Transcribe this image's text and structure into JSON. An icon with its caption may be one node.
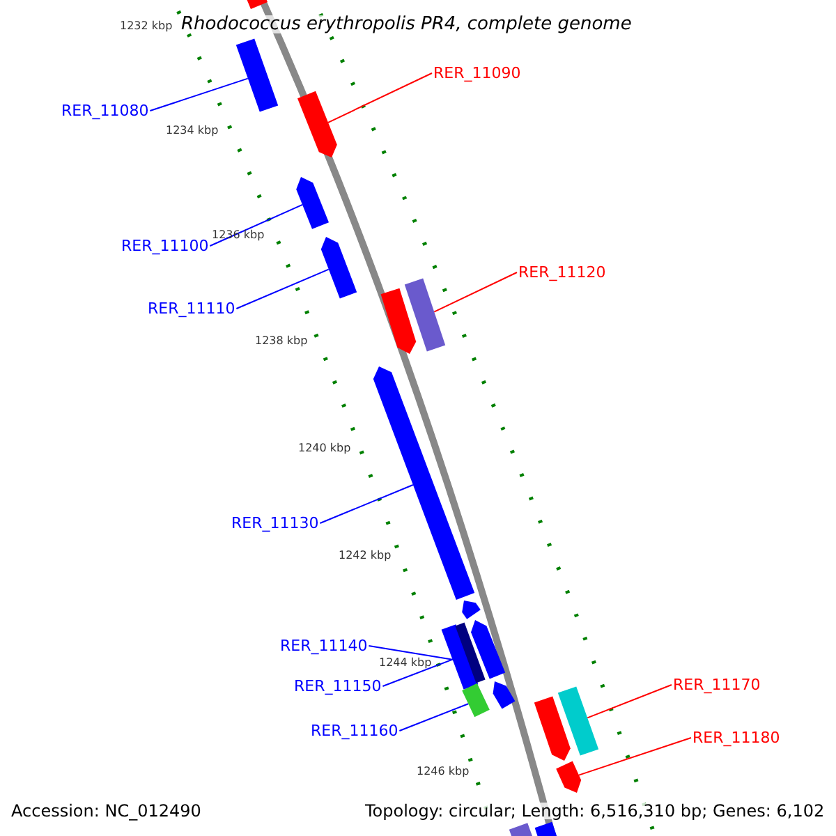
{
  "diagram": {
    "title": "Rhodococcus erythropolis PR4, complete genome",
    "nodes": [
      {
        "text": [],
        "shape": "bar"
      },
      {
        "text": [],
        "shape": "bar"
      },
      {
        "text": [],
        "shape": "bar"
      },
      {
        "text": [],
        "shape": "bar"
      },
      {
        "text": [],
        "shape": "bar"
      },
      {
        "text": [],
        "shape": "bar"
      },
      {
        "text": [],
        "shape": "bar"
      },
      {
        "text": [],
        "shape": "bar"
      },
      {
        "text": [],
        "shape": "bar"
      },
      {
        "text": [],
        "shape": "bar"
      },
      {
        "text": [],
        "shape": "bar"
      },
      {
        "text": [],
        "shape": "bar"
      },
      {
        "text": [],
        "shape": "bar"
      },
      {
        "text": [],
        "shape": "bar"
      },
      {
        "text": [],
        "shape": "bar"
      },
      {
        "text": [],
        "shape": "bar"
      },
      {
        "text": [],
        "shape": "bar"
      },
      {
        "text": [],
        "shape": "bar"
      },
      {
        "text": [],
        "shape": "bar"
      },
      {
        "text": [
          "RER_11080"
        ]
      },
      {
        "text": [
          "RER_11090"
        ]
      },
      {
        "text": [
          "RER_11100"
        ]
      },
      {
        "text": [
          "RER_11110"
        ]
      },
      {
        "text": [
          "RER_11120"
        ]
      },
      {
        "text": [
          "RER_11130"
        ]
      },
      {
        "text": [
          "RER_11140"
        ]
      },
      {
        "text": [
          "RER_11150"
        ]
      },
      {
        "text": [
          "RER_11160"
        ]
      },
      {
        "text": [
          "RER_11170"
        ]
      },
      {
        "text": [
          "RER_11180"
        ]
      }
    ],
    "edges": [
      {
        "from": 19,
        "to": 1,
        "arrow": "none"
      },
      {
        "from": 20,
        "to": 2,
        "arrow": "none",
        "color": "#ff0000"
      },
      {
        "from": 21,
        "to": 3,
        "arrow": "none"
      },
      {
        "from": 22,
        "to": 4,
        "arrow": "none"
      },
      {
        "from": 23,
        "to": 6,
        "arrow": "none",
        "color": "#ff0000"
      },
      {
        "from": 24,
        "to": 7,
        "arrow": "none"
      },
      {
        "from": 25,
        "to": 9,
        "arrow": "none"
      },
      {
        "from": 26,
        "to": 10,
        "arrow": "none"
      },
      {
        "from": 27,
        "to": 12,
        "arrow": "none"
      },
      {
        "from": 28,
        "to": 15,
        "arrow": "none",
        "color": "#ff0000"
      },
      {
        "from": 29,
        "to": 16,
        "arrow": "none",
        "color": "#ff0000"
      }
    ],
    "labels": [
      "1232 kbp",
      "1234 kbp",
      "1236 kbp",
      "1238 kbp",
      "1240 kbp",
      "1242 kbp",
      "1244 kbp",
      "1246 kbp",
      "Accession: NC_012490",
      "Topology: circular; Length: 6,516,310 bp; Genes: 6,102"
    ]
  }
}
